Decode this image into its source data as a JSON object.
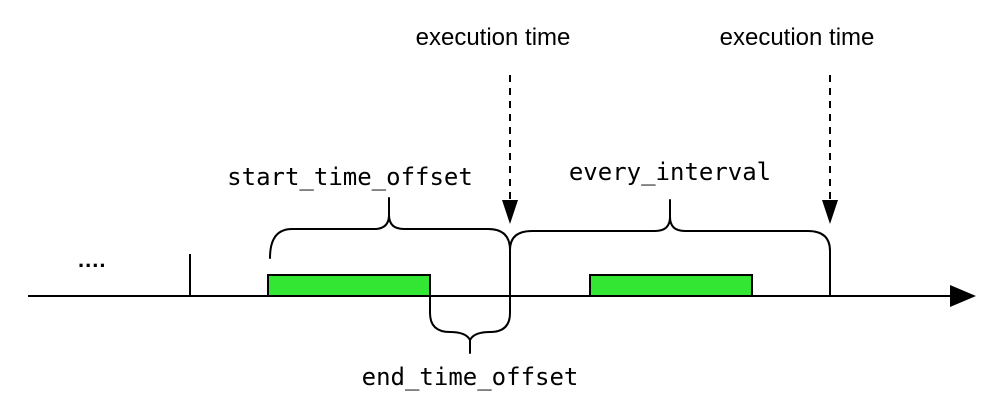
{
  "diagram": {
    "description": "Scheduling timeline diagram",
    "timeline": {
      "ellipsis": "...."
    },
    "annotations": {
      "execution_time_labels": [
        "execution time",
        "execution time"
      ],
      "start_time_offset": "start_time_offset",
      "every_interval": "every_interval",
      "end_time_offset": "end_time_offset"
    },
    "colors": {
      "task_fill": "#33E633",
      "stroke": "#000000",
      "background": "#FFFFFF"
    }
  }
}
